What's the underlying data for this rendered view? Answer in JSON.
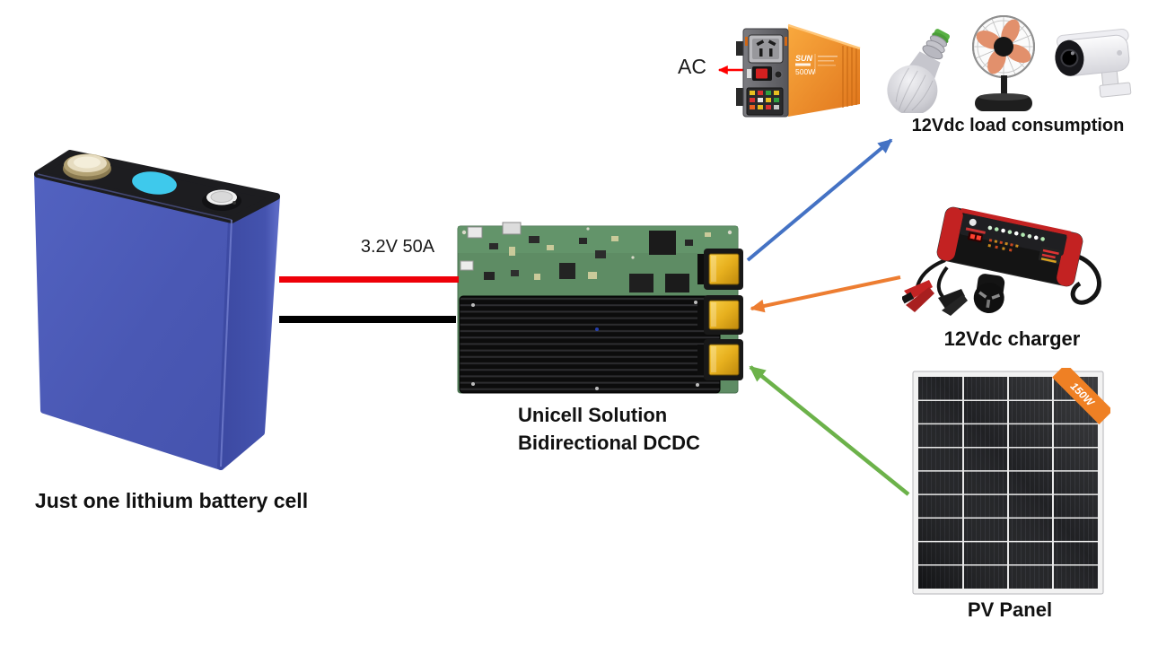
{
  "battery": {
    "label": "Just one lithium battery cell",
    "body_color": "#4a58b4",
    "side_color": "#3f4da6",
    "top_color": "#1d1d20",
    "sticker_color": "#3ec9ec"
  },
  "wires": {
    "label": "3.2V 50A",
    "positive_color": "#ee0008",
    "negative_color": "#000000"
  },
  "dcdc": {
    "label_line1": "Unicell Solution",
    "label_line2": "Bidirectional DCDC",
    "pcb_color": "#5e8c64",
    "heatsink_color": "#0c0c0c",
    "connector_color": "#e7b01e"
  },
  "inverter": {
    "ac_label": "AC",
    "brand": "SUN",
    "power": "500W",
    "body_color": "#f2952f"
  },
  "load": {
    "label": "12Vdc load consumption"
  },
  "charger": {
    "label": "12Vdc charger",
    "accent_color": "#c32222"
  },
  "pv_panel": {
    "label": "PV Panel",
    "badge": "150W",
    "ribbon_color": "#ef8024"
  },
  "arrows": {
    "to_load_color": "#4472c4",
    "to_charger_color": "#ed7d31",
    "to_pv_color": "#6cb24a",
    "ac_out_color": "#ff0000"
  }
}
